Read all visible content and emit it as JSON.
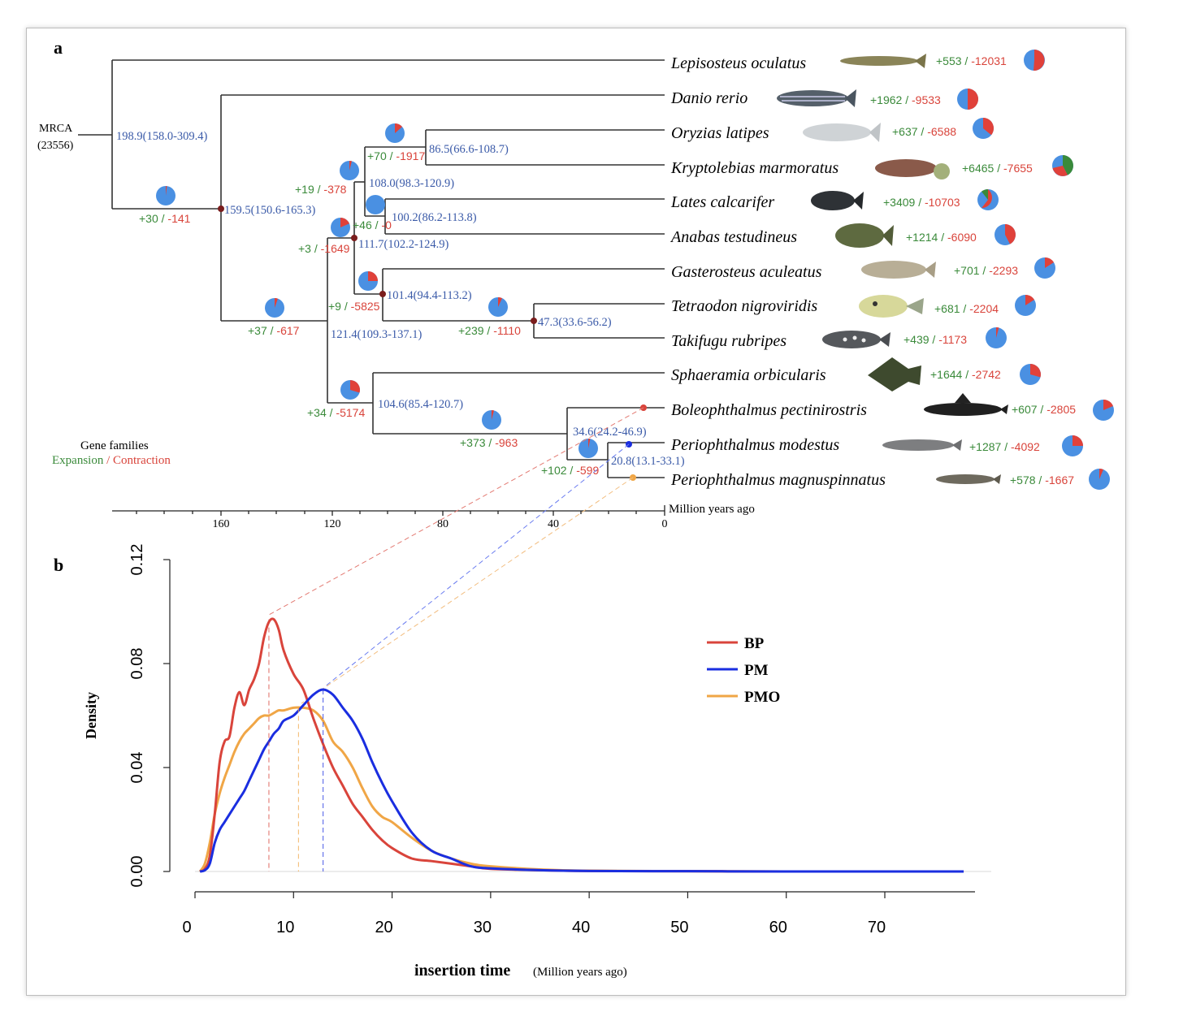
{
  "panel_labels": {
    "a": "a",
    "b": "b"
  },
  "tree": {
    "root": {
      "label": "MRCA",
      "count": "(23556)"
    },
    "legend": {
      "title": "Gene families",
      "expansion": "Expansion",
      "separator": " / ",
      "contraction": "Contraction"
    },
    "axis": {
      "title": "Million years ago",
      "ticks": [
        "160",
        "120",
        "80",
        "40",
        "0"
      ]
    },
    "node_labels": [
      "198.9(158.0-309.4)",
      "159.5(150.6-165.3)",
      "121.4(109.3-137.1)",
      "111.7(102.2-124.9)",
      "108.0(98.3-120.9)",
      "86.5(66.6-108.7)",
      "100.2(86.2-113.8)",
      "101.4(94.4-113.2)",
      "47.3(33.6-56.2)",
      "104.6(85.4-120.7)",
      "34.6(24.2-46.9)",
      "20.8(13.1-33.1)"
    ],
    "branch_changes": [
      {
        "gain": "+30",
        "loss": "-141"
      },
      {
        "gain": "+37",
        "loss": "-617"
      },
      {
        "gain": "+3",
        "loss": "-1649"
      },
      {
        "gain": "+19",
        "loss": "-378"
      },
      {
        "gain": "+70",
        "loss": "-1917"
      },
      {
        "gain": "+46",
        "loss": "-0"
      },
      {
        "gain": "+9",
        "loss": "-5825"
      },
      {
        "gain": "+239",
        "loss": "-1110"
      },
      {
        "gain": "+34",
        "loss": "-5174"
      },
      {
        "gain": "+373",
        "loss": "-963"
      },
      {
        "gain": "+102",
        "loss": "-599"
      }
    ],
    "species": [
      {
        "name": "Lepisosteus oculatus",
        "gain": "+553",
        "loss": "-12031"
      },
      {
        "name": "Danio rerio",
        "gain": "+1962",
        "loss": "-9533"
      },
      {
        "name": "Oryzias latipes",
        "gain": "+637",
        "loss": "-6588"
      },
      {
        "name": "Kryptolebias marmoratus",
        "gain": "+6465",
        "loss": "-7655"
      },
      {
        "name": "Lates calcarifer",
        "gain": "+3409",
        "loss": "-10703"
      },
      {
        "name": "Anabas testudineus",
        "gain": "+1214",
        "loss": "-6090"
      },
      {
        "name": "Gasterosteus aculeatus",
        "gain": "+701",
        "loss": "-2293"
      },
      {
        "name": "Tetraodon nigroviridis",
        "gain": "+681",
        "loss": "-2204"
      },
      {
        "name": "Takifugu rubripes",
        "gain": "+439",
        "loss": "-1173"
      },
      {
        "name": "Sphaeramia orbicularis",
        "gain": "+1644",
        "loss": "-2742"
      },
      {
        "name": "Boleophthalmus pectinirostris",
        "gain": "+607",
        "loss": "-2805"
      },
      {
        "name": "Periophthalmus modestus",
        "gain": "+1287",
        "loss": "-4092"
      },
      {
        "name": "Periophthalmus magnuspinnatus",
        "gain": "+578",
        "loss": "-1667"
      }
    ],
    "pie_legend_colors": {
      "base": "#4a90e2",
      "contraction": "#e0413a",
      "expansion": "#3a8a3a"
    }
  },
  "chart_data": {
    "type": "line",
    "title": "",
    "xlabel": "insertion time",
    "xlabel_unit": "(Million years ago)",
    "ylabel": "Density",
    "xlim": [
      0,
      80
    ],
    "ylim": [
      0,
      0.12
    ],
    "xticks": [
      "0",
      "10",
      "20",
      "30",
      "40",
      "50",
      "60",
      "70"
    ],
    "yticks": [
      "0.00",
      "0.04",
      "0.08",
      "0.12"
    ],
    "legend_position": "top-right",
    "x": [
      0.5,
      1,
      1.5,
      2,
      2.5,
      3,
      3.5,
      4,
      4.5,
      5,
      5.5,
      6,
      6.5,
      7,
      7.5,
      8,
      8.5,
      9,
      10,
      11,
      12,
      13,
      14,
      15,
      16,
      17,
      18,
      19,
      20,
      22,
      24,
      26,
      28,
      30,
      35,
      40,
      50,
      60,
      70,
      78
    ],
    "series": [
      {
        "name": "BP",
        "color": "#d9443b",
        "peak_x": 7.5,
        "values": [
          0.0,
          0.001,
          0.006,
          0.022,
          0.042,
          0.05,
          0.052,
          0.063,
          0.069,
          0.064,
          0.07,
          0.074,
          0.08,
          0.09,
          0.096,
          0.097,
          0.093,
          0.085,
          0.076,
          0.07,
          0.059,
          0.049,
          0.04,
          0.033,
          0.026,
          0.021,
          0.016,
          0.012,
          0.009,
          0.005,
          0.004,
          0.003,
          0.002,
          0.001,
          0.0005,
          0.0002,
          0.0001,
          0.0,
          0.0,
          0.0
        ]
      },
      {
        "name": "PM",
        "color": "#1a2ee0",
        "peak_x": 13.0,
        "values": [
          0.0,
          0.0005,
          0.003,
          0.011,
          0.016,
          0.019,
          0.022,
          0.025,
          0.028,
          0.031,
          0.035,
          0.039,
          0.043,
          0.047,
          0.05,
          0.053,
          0.055,
          0.058,
          0.06,
          0.064,
          0.068,
          0.07,
          0.068,
          0.063,
          0.058,
          0.051,
          0.042,
          0.034,
          0.027,
          0.015,
          0.008,
          0.005,
          0.002,
          0.0012,
          0.0005,
          0.0002,
          0.0001,
          0.0,
          0.0,
          0.0
        ]
      },
      {
        "name": "PMO",
        "color": "#f0a646",
        "peak_x": 10.5,
        "values": [
          0.0,
          0.003,
          0.011,
          0.022,
          0.03,
          0.036,
          0.041,
          0.046,
          0.05,
          0.053,
          0.055,
          0.057,
          0.059,
          0.06,
          0.06,
          0.061,
          0.062,
          0.062,
          0.063,
          0.063,
          0.062,
          0.058,
          0.05,
          0.046,
          0.04,
          0.032,
          0.025,
          0.021,
          0.019,
          0.013,
          0.008,
          0.005,
          0.003,
          0.002,
          0.0008,
          0.0003,
          0.0001,
          0.0,
          0.0,
          0.0
        ]
      }
    ]
  }
}
